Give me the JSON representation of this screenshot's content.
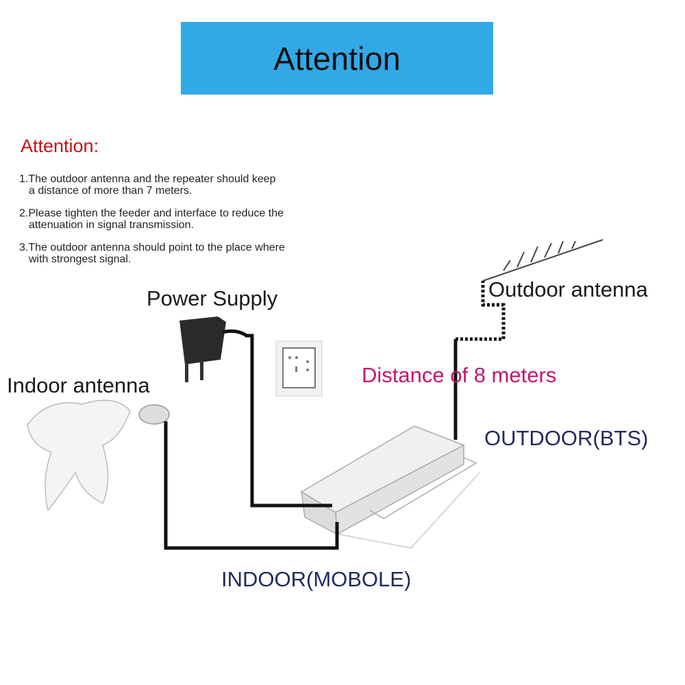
{
  "banner": {
    "title": "Attention",
    "color": "#33a8e6"
  },
  "notes": {
    "heading": "Attention:",
    "items": [
      {
        "line1": "1.The outdoor antenna and the repeater should keep",
        "line2": "a distance of more than 7 meters."
      },
      {
        "line1": "2.Please tighten the feeder and interface to reduce the",
        "line2": "attenuation in signal transmission."
      },
      {
        "line1": "3.The outdoor antenna should point to the place where",
        "line2": "with strongest signal."
      }
    ]
  },
  "diagram": {
    "power_supply": "Power Supply",
    "indoor_antenna": "Indoor antenna",
    "outdoor_antenna": "Outdoor antenna",
    "distance": "Distance of 8 meters",
    "outdoor_port": "OUTDOOR(BTS)",
    "indoor_port": "INDOOR(MOBOLE)"
  }
}
